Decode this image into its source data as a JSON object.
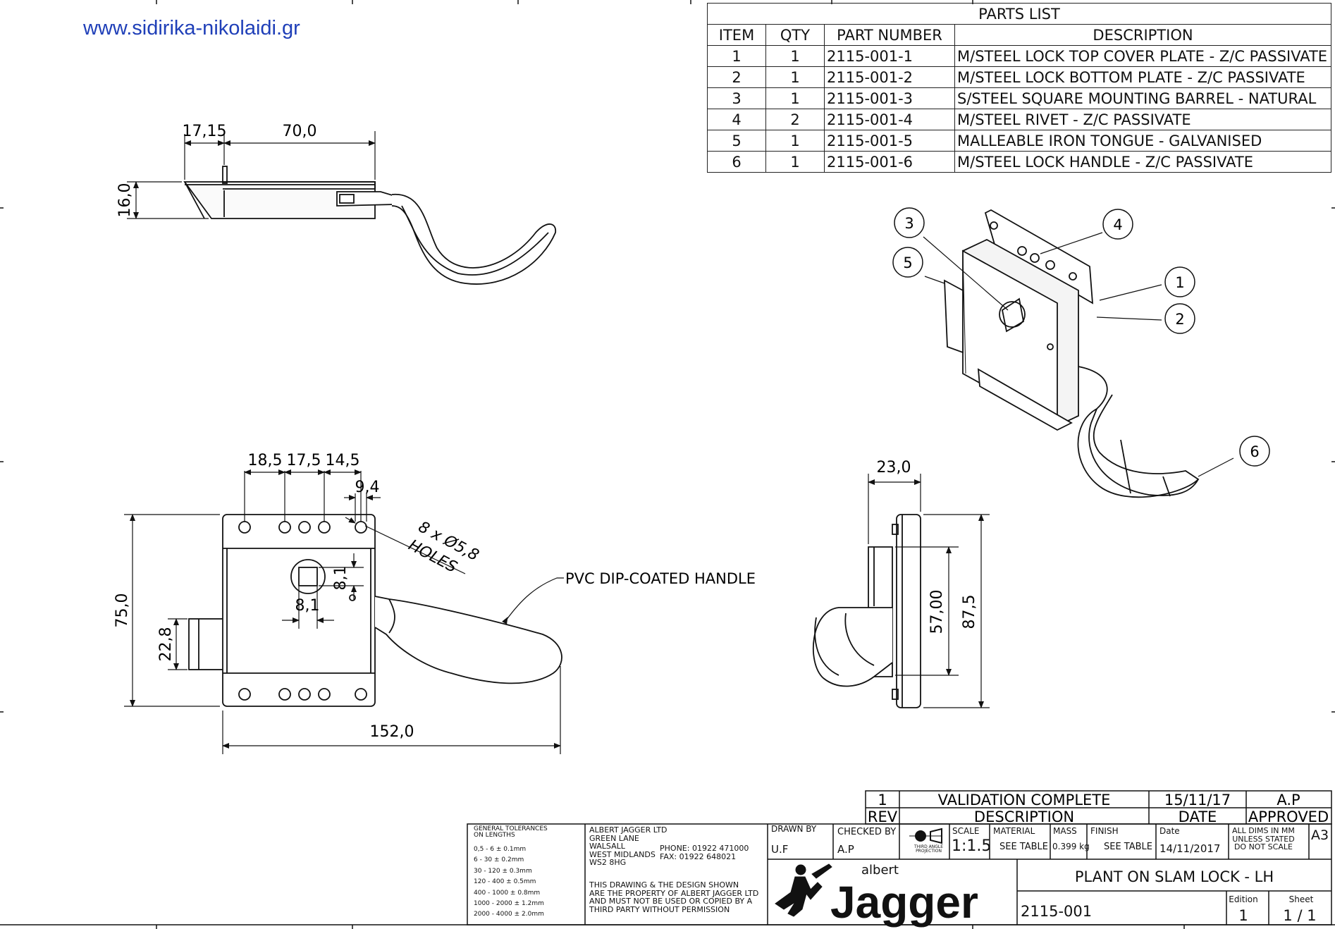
{
  "watermark": "www.sidirika-nikolaidi.gr",
  "parts_list": {
    "title": "PARTS LIST",
    "headers": [
      "ITEM",
      "QTY",
      "PART NUMBER",
      "DESCRIPTION"
    ],
    "rows": [
      [
        "1",
        "1",
        "2115-001-1",
        "M/STEEL LOCK TOP COVER PLATE - Z/C PASSIVATE"
      ],
      [
        "2",
        "1",
        "2115-001-2",
        "M/STEEL LOCK BOTTOM PLATE - Z/C PASSIVATE"
      ],
      [
        "3",
        "1",
        "2115-001-3",
        "S/STEEL SQUARE MOUNTING BARREL - NATURAL"
      ],
      [
        "4",
        "2",
        "2115-001-4",
        "M/STEEL RIVET - Z/C PASSIVATE"
      ],
      [
        "5",
        "1",
        "2115-001-5",
        "MALLEABLE IRON TONGUE - GALVANISED"
      ],
      [
        "6",
        "1",
        "2115-001-6",
        "M/STEEL LOCK HANDLE - Z/C PASSIVATE"
      ]
    ]
  },
  "dimensions": {
    "top_a": "17,15",
    "top_b": "70,0",
    "top_h": "16,0",
    "front_a": "18,5",
    "front_b": "17,5",
    "front_c": "14,5",
    "front_d": "9,4",
    "holes": "8 x Ø5,8",
    "holes_word": "HOLES",
    "sq_h": "8,1",
    "sq_w": "8,1",
    "height": "75,0",
    "tongue": "22,8",
    "width": "152,0",
    "side_w": "23,0",
    "side_a": "57,00",
    "side_b": "87,5"
  },
  "handle_note": "PVC DIP-COATED HANDLE",
  "balloons": [
    "1",
    "2",
    "3",
    "4",
    "5",
    "6"
  ],
  "revision": {
    "rev": "1",
    "description": "VALIDATION COMPLETE",
    "date": "15/11/17",
    "approved": "A.P",
    "h_rev": "REV",
    "h_desc": "DESCRIPTION",
    "h_date": "DATE",
    "h_appr": "APPROVED"
  },
  "title_block": {
    "tol_title_1": "GENERAL TOLERANCES",
    "tol_title_2": "ON LENGTHS",
    "tolerances": [
      "0,5 - 6 ± 0.1mm",
      "6 - 30 ± 0.2mm",
      "30 - 120 ± 0.3mm",
      "120 - 400 ± 0.5mm",
      "400 - 1000 ± 0.8mm",
      "1000 - 2000 ± 1.2mm",
      "2000 - 4000 ± 2.0mm"
    ],
    "company": [
      "ALBERT JAGGER LTD",
      "GREEN LANE",
      "WALSALL",
      "WEST MIDLANDS",
      "WS2 8HG"
    ],
    "phone": "PHONE: 01922 471000",
    "fax": "FAX: 01922 648021",
    "notice": [
      "THIS DRAWING & THE DESIGN SHOWN",
      "ARE THE PROPERTY OF ALBERT JAGGER LTD",
      "AND MUST NOT BE USED OR COPIED BY A",
      "THIRD PARTY WITHOUT PERMISSION"
    ],
    "drawn_by_label": "DRAWN BY",
    "drawn_by": "U.F",
    "checked_by_label": "CHECKED BY",
    "checked_by": "A.P",
    "projection": [
      "THIRD ANGLE",
      "PROJECTION"
    ],
    "scale_label": "SCALE",
    "scale": "1:1.5",
    "material_label": "MATERIAL",
    "material": "SEE TABLE",
    "mass_label": "MASS",
    "mass": "0.399 kg",
    "finish_label": "FINISH",
    "finish": "SEE TABLE",
    "date_label": "Date",
    "date": "14/11/2017",
    "dims_note": [
      "ALL DIMS IN MM",
      "UNLESS STATED",
      "DO NOT SCALE"
    ],
    "size": "A3",
    "logo_small": "albert",
    "logo_big": "Jagger",
    "title": "PLANT ON SLAM LOCK - LH",
    "drawing_no": "2115-001",
    "edition_label": "Edition",
    "edition": "1",
    "sheet_label": "Sheet",
    "sheet": "1 / 1"
  }
}
